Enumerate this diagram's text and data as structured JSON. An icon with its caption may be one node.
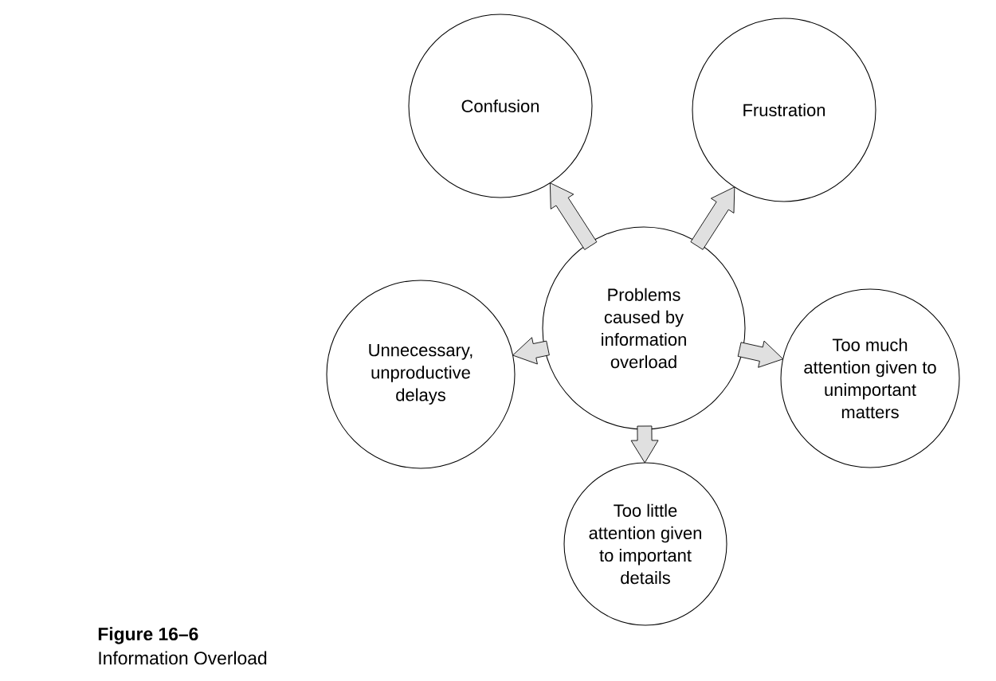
{
  "diagram": {
    "title": "Figure 16–6",
    "caption": "Information Overload",
    "nodes": [
      {
        "text": [
          "Problems caused by information overload"
        ]
      },
      {
        "text": [
          "Confusion"
        ]
      },
      {
        "text": [
          "Frustration"
        ]
      },
      {
        "text": [
          "Unnecessary, unproductive delays"
        ]
      },
      {
        "text": [
          "Too much attention given to unimportant matters"
        ]
      },
      {
        "text": [
          "Too little attention given to important details"
        ]
      }
    ],
    "edges": [
      {
        "from": 0,
        "to": 1,
        "arrow": "to"
      },
      {
        "from": 0,
        "to": 2,
        "arrow": "to"
      },
      {
        "from": 0,
        "to": 3,
        "arrow": "to"
      },
      {
        "from": 0,
        "to": 4,
        "arrow": "to"
      },
      {
        "from": 0,
        "to": 5,
        "arrow": "to"
      }
    ]
  }
}
